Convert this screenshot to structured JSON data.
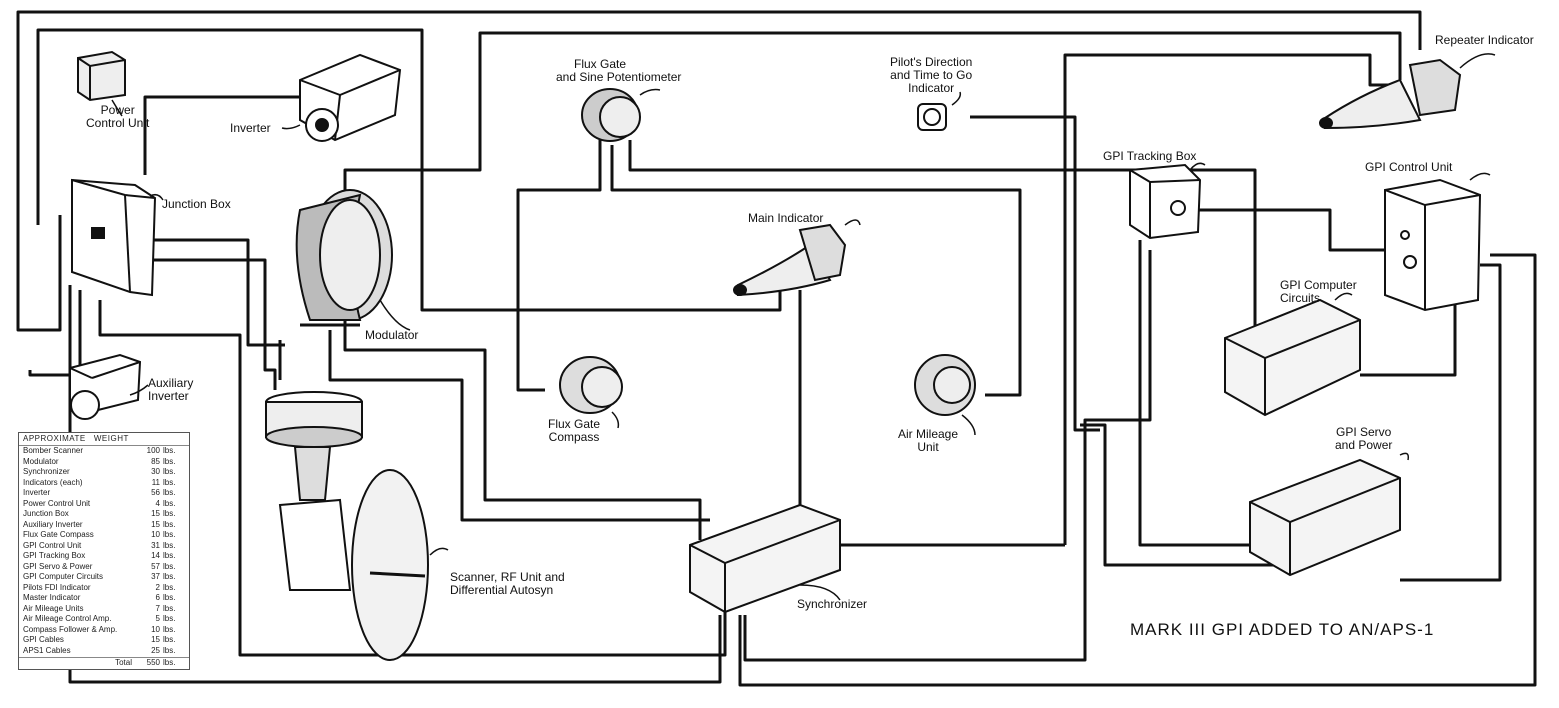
{
  "diagram": {
    "title": "MARK III GPI ADDED TO AN/APS-1",
    "labels": {
      "power_control_unit": [
        "Power",
        "Control Unit"
      ],
      "inverter": "Inverter",
      "junction_box": "Junction Box",
      "modulator": "Modulator",
      "auxiliary_inverter": [
        "Auxiliary",
        "Inverter"
      ],
      "flux_gate_sine_pot": [
        "Flux Gate",
        "and Sine Potentiometer"
      ],
      "pilots_direction": [
        "Pilot's Direction",
        "and Time to Go",
        "Indicator"
      ],
      "repeater_indicator": "Repeater Indicator",
      "gpi_tracking_box": "GPI Tracking Box",
      "gpi_control_unit": "GPI Control Unit",
      "main_indicator": "Main Indicator",
      "gpi_computer_circuits": [
        "GPI Computer",
        "Circuits"
      ],
      "flux_gate_compass": [
        "Flux Gate",
        "Compass"
      ],
      "air_mileage_unit": [
        "Air Mileage",
        "Unit"
      ],
      "gpi_servo_power": [
        "GPI Servo",
        "and Power"
      ],
      "scanner": [
        "Scanner, RF Unit and",
        "Differential Autosyn"
      ],
      "synchronizer": "Synchronizer"
    }
  },
  "weight_table": {
    "header": [
      "APPROXIMATE",
      "WEIGHT"
    ],
    "rows": [
      {
        "name": "Bomber Scanner",
        "value": "100",
        "unit": "lbs."
      },
      {
        "name": "Modulator",
        "value": "85",
        "unit": "lbs."
      },
      {
        "name": "Synchronizer",
        "value": "30",
        "unit": "lbs."
      },
      {
        "name": "Indicators (each)",
        "value": "11",
        "unit": "lbs."
      },
      {
        "name": "Inverter",
        "value": "56",
        "unit": "lbs."
      },
      {
        "name": "Power Control Unit",
        "value": "4",
        "unit": "lbs."
      },
      {
        "name": "Junction Box",
        "value": "15",
        "unit": "lbs."
      },
      {
        "name": "Auxiliary Inverter",
        "value": "15",
        "unit": "lbs."
      },
      {
        "name": "Flux Gate Compass",
        "value": "10",
        "unit": "lbs."
      },
      {
        "name": "GPI Control Unit",
        "value": "31",
        "unit": "lbs."
      },
      {
        "name": "GPI Tracking Box",
        "value": "14",
        "unit": "lbs."
      },
      {
        "name": "GPI Servo & Power",
        "value": "57",
        "unit": "lbs."
      },
      {
        "name": "GPI Computer Circuits",
        "value": "37",
        "unit": "lbs."
      },
      {
        "name": "Pilots FDI Indicator",
        "value": "2",
        "unit": "lbs."
      },
      {
        "name": "Master Indicator",
        "value": "6",
        "unit": "lbs."
      },
      {
        "name": "Air Mileage Units",
        "value": "7",
        "unit": "lbs."
      },
      {
        "name": "Air Mileage Control Amp.",
        "value": "5",
        "unit": "lbs."
      },
      {
        "name": "Compass Follower & Amp.",
        "value": "10",
        "unit": "lbs."
      },
      {
        "name": "GPI Cables",
        "value": "15",
        "unit": "lbs."
      },
      {
        "name": "APS1 Cables",
        "value": "25",
        "unit": "lbs."
      }
    ],
    "total": {
      "name": "Total",
      "value": "550",
      "unit": "lbs."
    }
  }
}
